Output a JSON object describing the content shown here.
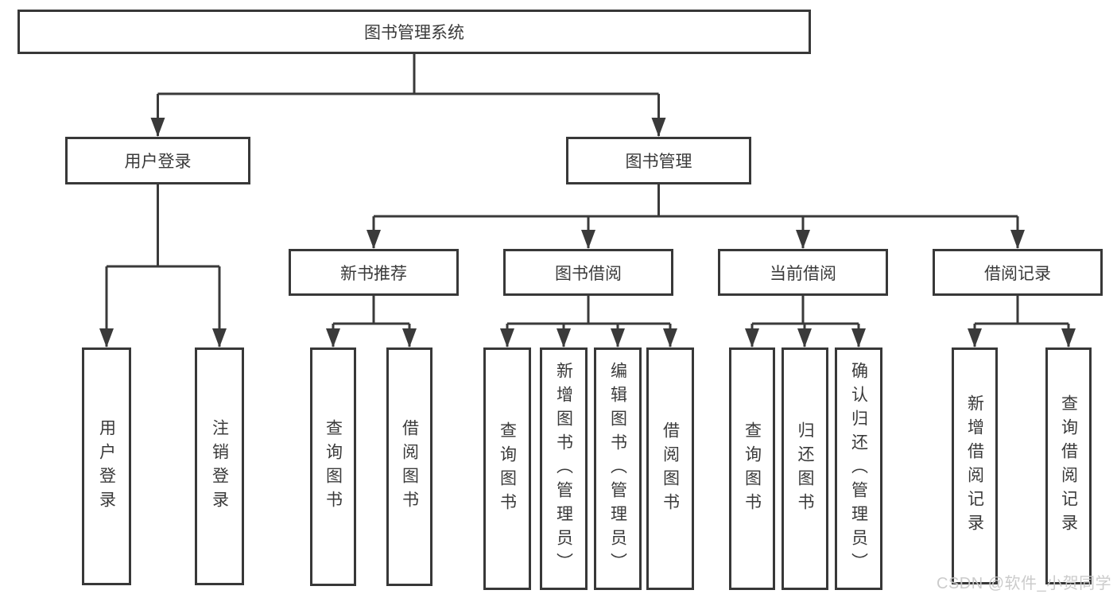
{
  "colors": {
    "line": "#3a3a3a",
    "border": "#383838",
    "text": "#3a3a3a",
    "box_background": "#ffffff",
    "watermark": "#c9c9c9"
  },
  "diagram": {
    "root": "图书管理系统",
    "level2": {
      "user_login": "用户登录",
      "book_mgmt": "图书管理"
    },
    "level3": {
      "new_books": "新书推荐",
      "book_borrow": "图书借阅",
      "current_borrow": "当前借阅",
      "borrow_records": "借阅记录"
    },
    "leaves": {
      "user_login": "用户登录",
      "logout": "注销登录",
      "nb_query": "查询图书",
      "nb_borrow": "借阅图书",
      "bb_query": "查询图书",
      "bb_add": "新增图书（管理员）",
      "bb_edit": "编辑图书（管理员）",
      "bb_borrow": "借阅图书",
      "cb_query": "查询图书",
      "cb_return": "归还图书",
      "cb_confirm": "确认归还（管理员）",
      "br_add": "新增借阅记录",
      "br_query": "查询借阅记录"
    }
  },
  "watermark": "CSDN @软件_小贺同学"
}
